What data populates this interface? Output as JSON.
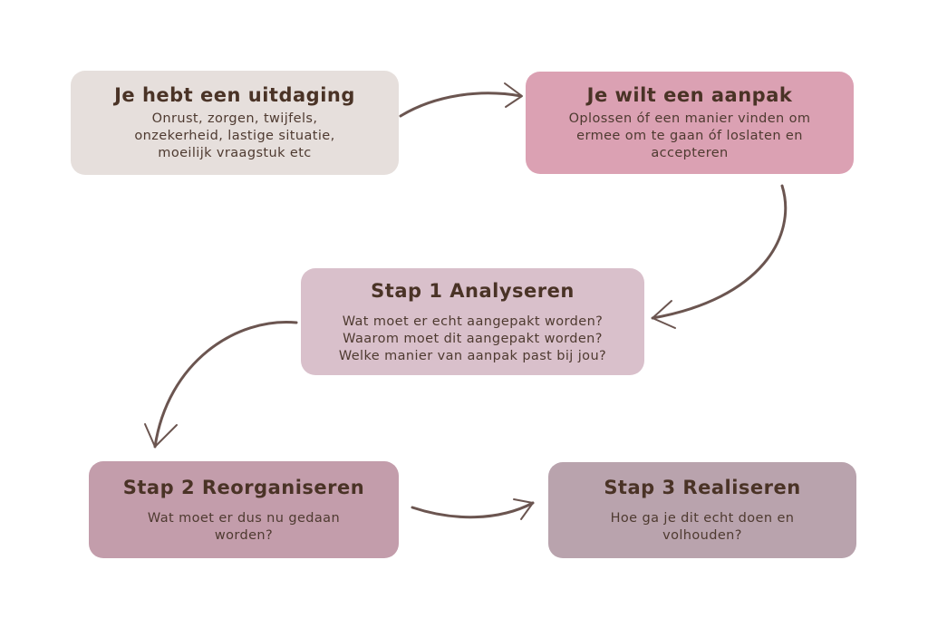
{
  "diagram": {
    "type": "flowchart",
    "text_color": "#4a3326",
    "arrow_color": "#6b5550",
    "nodes": [
      {
        "id": "challenge",
        "title": "Je hebt een uitdaging",
        "description": "Onrust, zorgen, twijfels,\nonzekerheid, lastige situatie,\nmoeilijk vraagstuk etc",
        "color": "#e6dfdc"
      },
      {
        "id": "approach",
        "title": "Je wilt een aanpak",
        "description": "Oplossen óf een manier vinden om\nermee om te gaan óf loslaten en\naccepteren",
        "color": "#dba1b3"
      },
      {
        "id": "step1",
        "title": "Stap 1 Analyseren",
        "description": "Wat moet er echt aangepakt worden?\nWaarom moet dit aangepakt worden?\nWelke manier van aanpak past bij jou?",
        "color": "#d9c0cb"
      },
      {
        "id": "step2",
        "title": "Stap 2 Reorganiseren",
        "description": "Wat moet er dus nu gedaan\nworden?",
        "color": "#c39dab"
      },
      {
        "id": "step3",
        "title": "Stap 3 Realiseren",
        "description": "Hoe ga je dit echt doen en\nvolhouden?",
        "color": "#b9a3ad"
      }
    ],
    "edges": [
      {
        "from": "challenge",
        "to": "approach"
      },
      {
        "from": "approach",
        "to": "step1"
      },
      {
        "from": "step1",
        "to": "step2"
      },
      {
        "from": "step2",
        "to": "step3"
      }
    ]
  }
}
